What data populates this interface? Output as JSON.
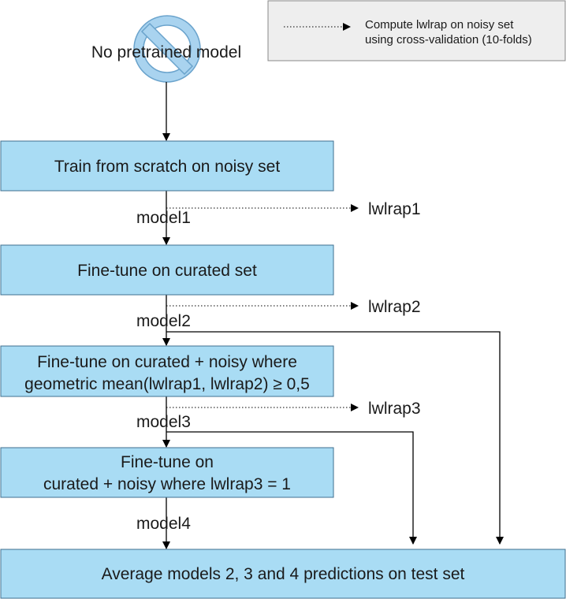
{
  "legend": {
    "line1": "Compute lwlrap on noisy set",
    "line2": "using cross-validation (10-folds)"
  },
  "start": {
    "label": "No pretrained model"
  },
  "steps": [
    {
      "lines": [
        "Train from scratch on noisy set"
      ]
    },
    {
      "lines": [
        "Fine-tune on curated set"
      ]
    },
    {
      "lines": [
        "Fine-tune on curated + noisy where",
        "geometric mean(lwlrap1, lwlrap2) ≥ 0,5"
      ]
    },
    {
      "lines": [
        "Fine-tune on",
        "curated + noisy where lwlrap3 = 1"
      ]
    },
    {
      "lines": [
        "Average models 2, 3 and 4 predictions on test set"
      ]
    }
  ],
  "models": [
    "model1",
    "model2",
    "model3",
    "model4"
  ],
  "metrics": [
    "lwlrap1",
    "lwlrap2",
    "lwlrap3"
  ],
  "colors": {
    "box_fill": "#a9dcf4",
    "box_stroke": "#3f6f8f",
    "no_sign": "#a9d3ef",
    "legend_bg": "#eeeeee"
  }
}
